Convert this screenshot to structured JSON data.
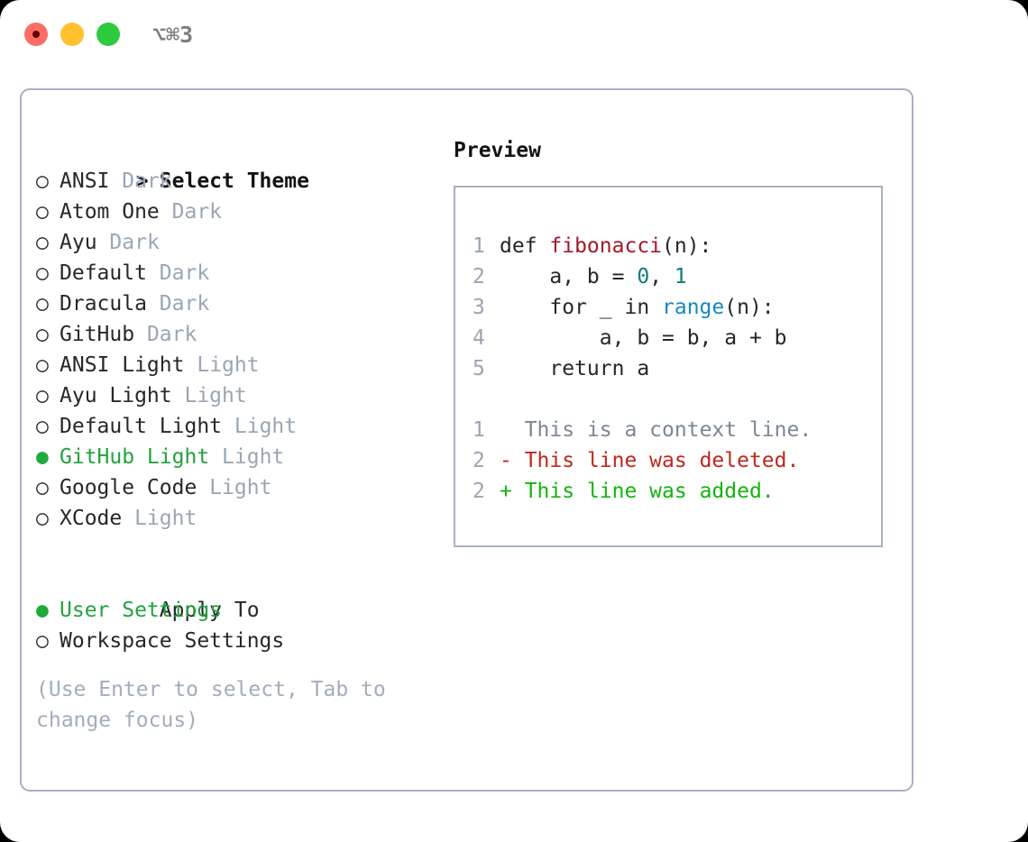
{
  "window": {
    "shortcut": "⌥⌘3",
    "traffic_lights": [
      {
        "name": "close",
        "color": "#fc6d64"
      },
      {
        "name": "minimize",
        "color": "#ffc22e"
      },
      {
        "name": "maximize",
        "color": "#2ecb3f"
      }
    ]
  },
  "theme_picker": {
    "heading_marker": ">",
    "heading": "Select Theme",
    "items": [
      {
        "marker": "○",
        "name": "ANSI",
        "variant": "Dark",
        "selected": false
      },
      {
        "marker": "○",
        "name": "Atom One",
        "variant": "Dark",
        "selected": false
      },
      {
        "marker": "○",
        "name": "Ayu",
        "variant": "Dark",
        "selected": false
      },
      {
        "marker": "○",
        "name": "Default",
        "variant": "Dark",
        "selected": false
      },
      {
        "marker": "○",
        "name": "Dracula",
        "variant": "Dark",
        "selected": false
      },
      {
        "marker": "○",
        "name": "GitHub",
        "variant": "Dark",
        "selected": false
      },
      {
        "marker": "○",
        "name": "ANSI Light",
        "variant": "Light",
        "selected": false
      },
      {
        "marker": "○",
        "name": "Ayu Light",
        "variant": "Light",
        "selected": false
      },
      {
        "marker": "○",
        "name": "Default Light",
        "variant": "Light",
        "selected": false
      },
      {
        "marker": "●",
        "name": "GitHub Light",
        "variant": "Light",
        "selected": true
      },
      {
        "marker": "○",
        "name": "Google Code",
        "variant": "Light",
        "selected": false
      },
      {
        "marker": "○",
        "name": "XCode",
        "variant": "Light",
        "selected": false
      }
    ]
  },
  "apply_to": {
    "heading": "Apply To",
    "items": [
      {
        "marker": "●",
        "label": "User Settings",
        "selected": true
      },
      {
        "marker": "○",
        "label": "Workspace Settings",
        "selected": false
      }
    ]
  },
  "hint": "(Use Enter to select, Tab to change focus)",
  "preview": {
    "title": "Preview",
    "code_lines": [
      {
        "no": "1",
        "pre": "def ",
        "fn": "fibonacci",
        "post": "(n):"
      },
      {
        "no": "2",
        "pre": "    a, b = ",
        "num1": "0",
        "mid": ", ",
        "num2": "1"
      },
      {
        "no": "3",
        "pre": "    for _ in ",
        "call": "range",
        "post": "(n):"
      },
      {
        "no": "4",
        "text": "        a, b = b, a + b"
      },
      {
        "no": "5",
        "text": "    return a"
      }
    ],
    "diff_lines": [
      {
        "no": "1",
        "sign": "  ",
        "text": "This is a context line.",
        "kind": "context"
      },
      {
        "no": "2",
        "sign": "- ",
        "text": "This line was deleted.",
        "kind": "deleted"
      },
      {
        "no": "2",
        "sign": "+ ",
        "text": "This line was added.",
        "kind": "added"
      }
    ]
  },
  "colors": {
    "accent_green": "#22a23f",
    "muted": "#9aa6b4",
    "border": "#a7b1c2",
    "fn_red": "#a3182a",
    "num_teal": "#0a7d7a",
    "call_blue": "#1588c4",
    "diff_add": "#13b40e",
    "diff_del": "#c0271c"
  }
}
